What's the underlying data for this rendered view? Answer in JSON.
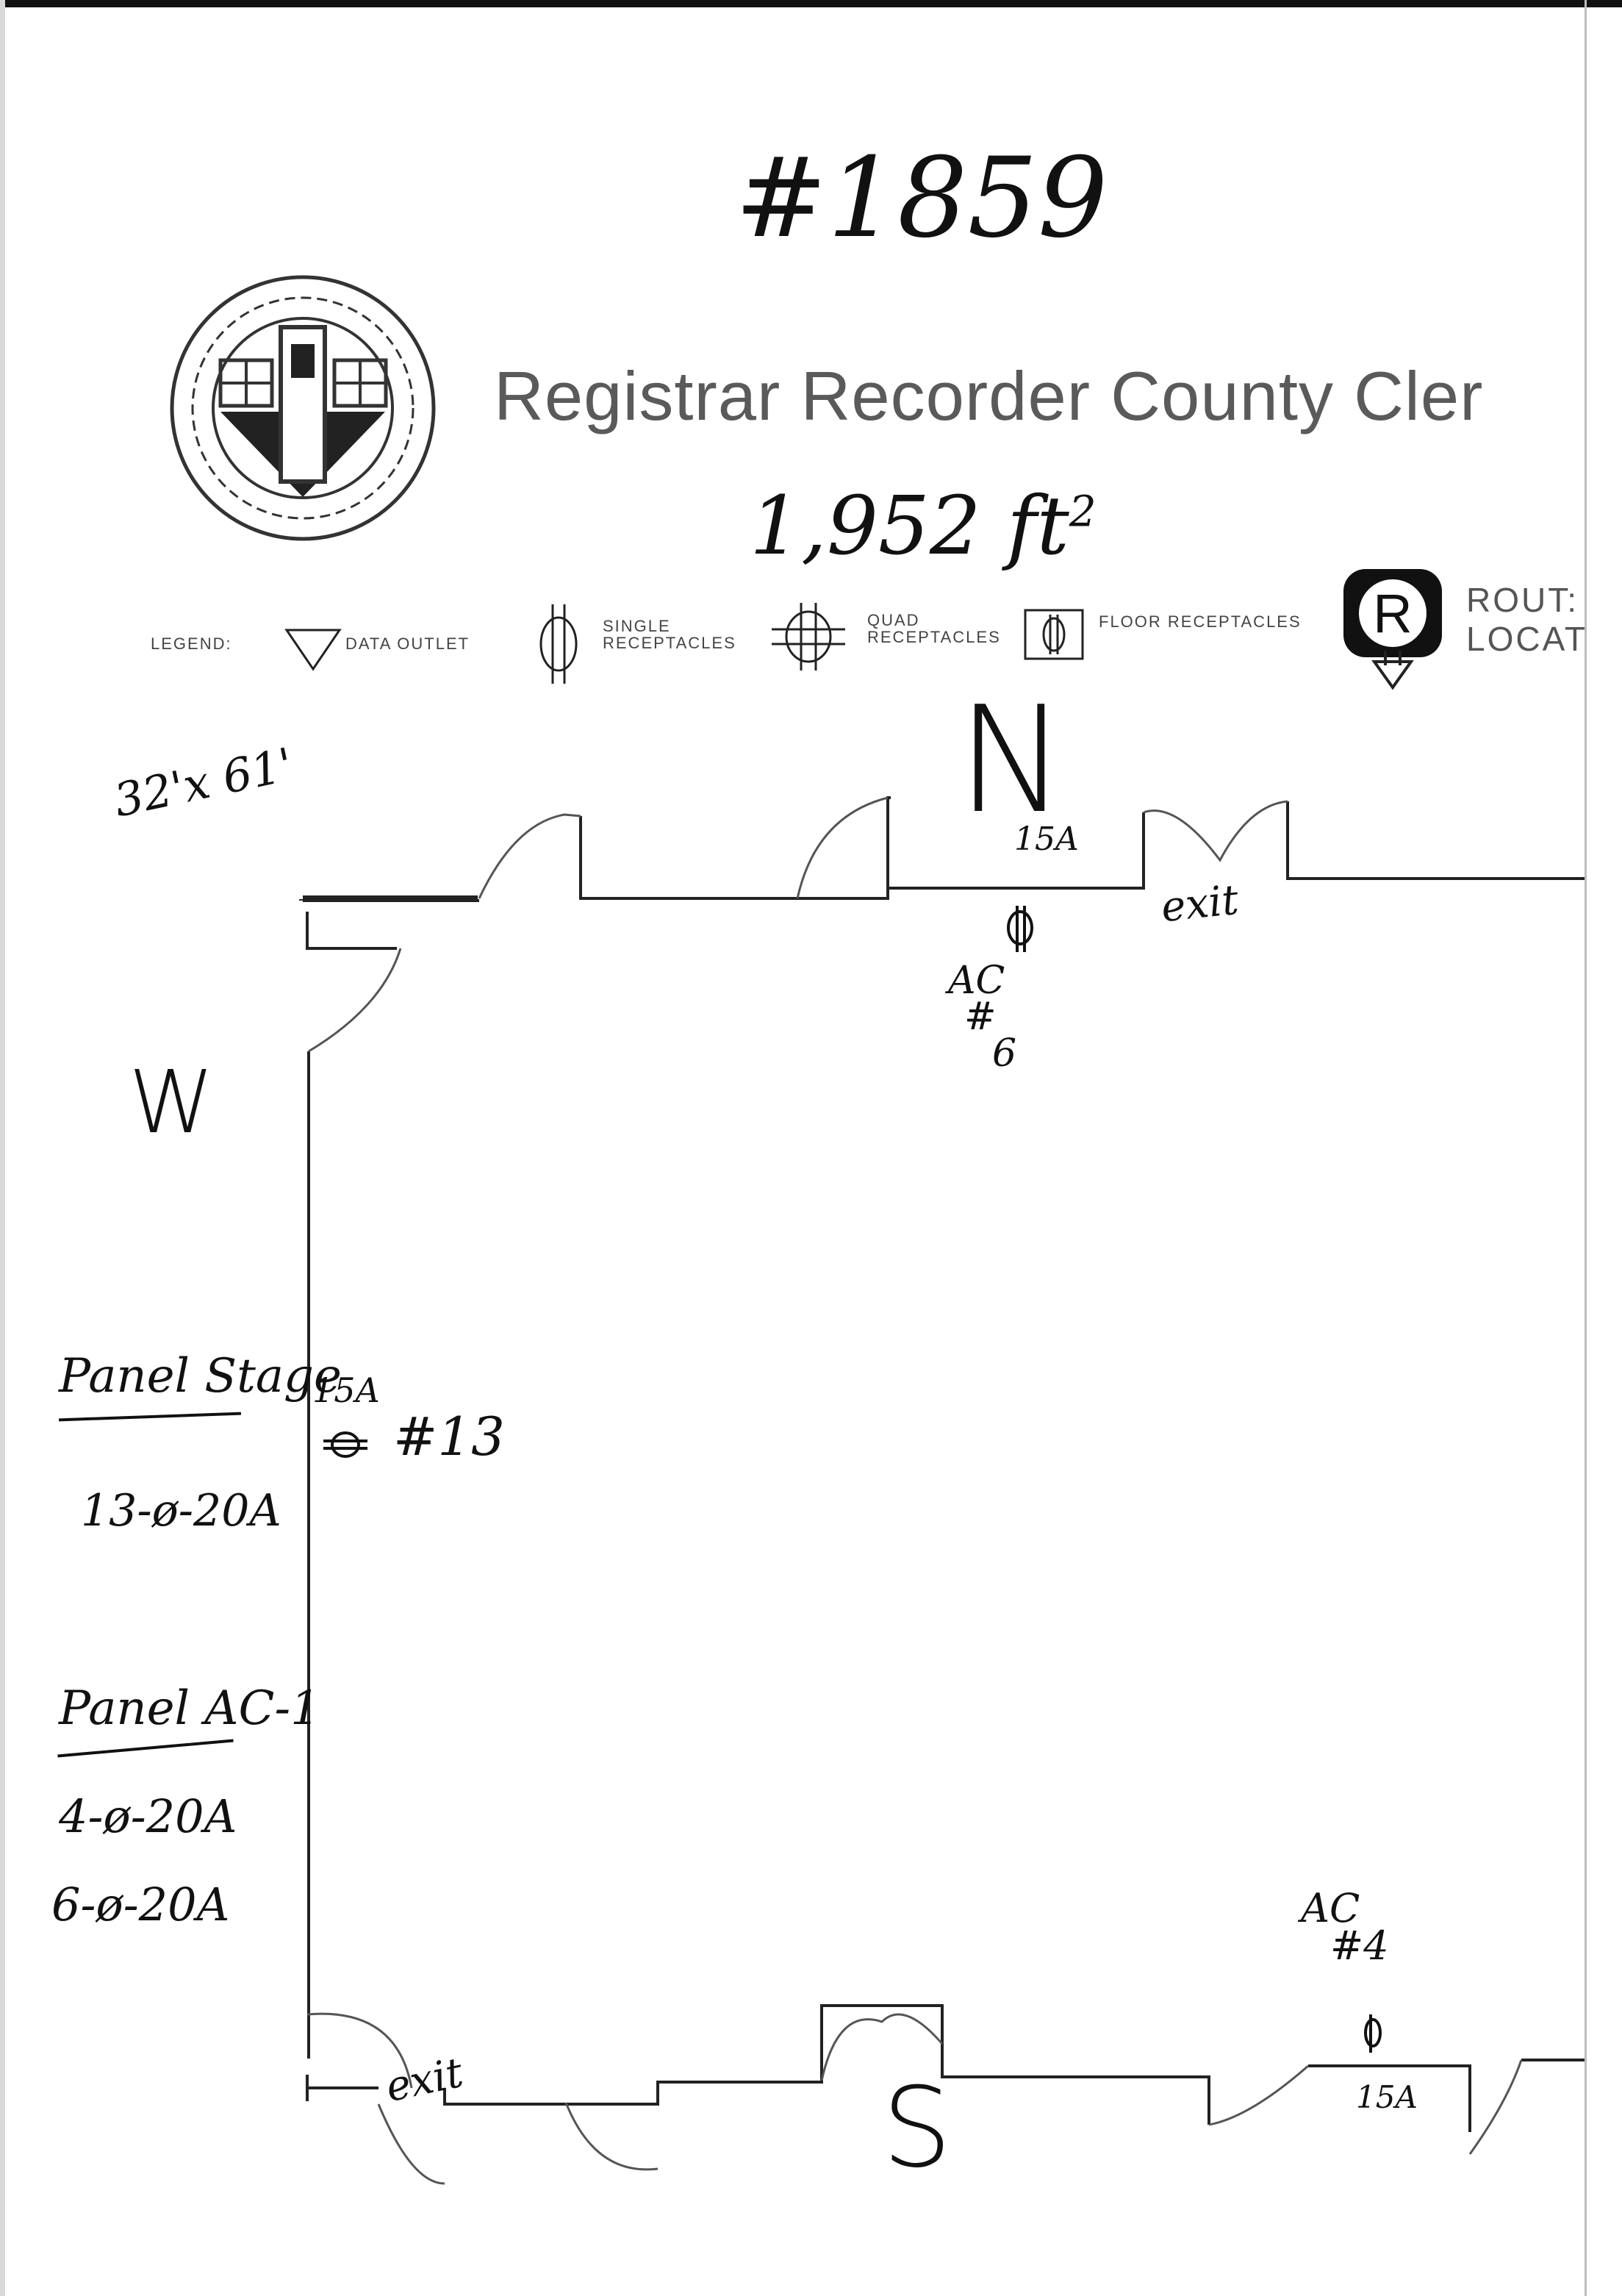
{
  "document": {
    "number": "#1859",
    "title": "Registrar Recorder County Cler",
    "area": "1,952 ft",
    "area_exponent": "2",
    "dimensions": "32'x 61'"
  },
  "legend": {
    "label": "LEGEND:",
    "data_outlet": "DATA OUTLET",
    "single_receptacles": [
      "SINGLE",
      "RECEPTACLES"
    ],
    "quad_receptacles": [
      "QUAD",
      "RECEPTACLES"
    ],
    "floor_receptacles": "FLOOR RECEPTACLES",
    "route_symbol": "R",
    "route_text": [
      "ROUT:",
      "LOCAT"
    ]
  },
  "compass": {
    "north": "N",
    "west": "W",
    "south": "S"
  },
  "annotations": {
    "north_amp": "15A",
    "north_circuit": [
      "AC",
      "#",
      "6"
    ],
    "north_exit": "exit",
    "west_amp": "15A",
    "west_circuit": "#13",
    "south_circuit": [
      "AC",
      "#4"
    ],
    "south_amp": "15A",
    "south_exit": "exit"
  },
  "panels": [
    {
      "title": "Panel Stage",
      "circuits": [
        "13-ø-20A"
      ]
    },
    {
      "title": "Panel AC-1",
      "circuits": [
        "4-ø-20A",
        "6-ø-20A"
      ]
    }
  ],
  "symbols": {
    "data_outlet": "triangle-icon",
    "single_receptacle": "single-receptacle-icon",
    "quad_receptacle": "quad-receptacle-icon",
    "floor_receptacle": "floor-receptacle-icon",
    "route": "route-marker-icon"
  },
  "colors": {
    "ink": "#111111",
    "print": "#5a5a5a",
    "paper": "#ffffff"
  }
}
